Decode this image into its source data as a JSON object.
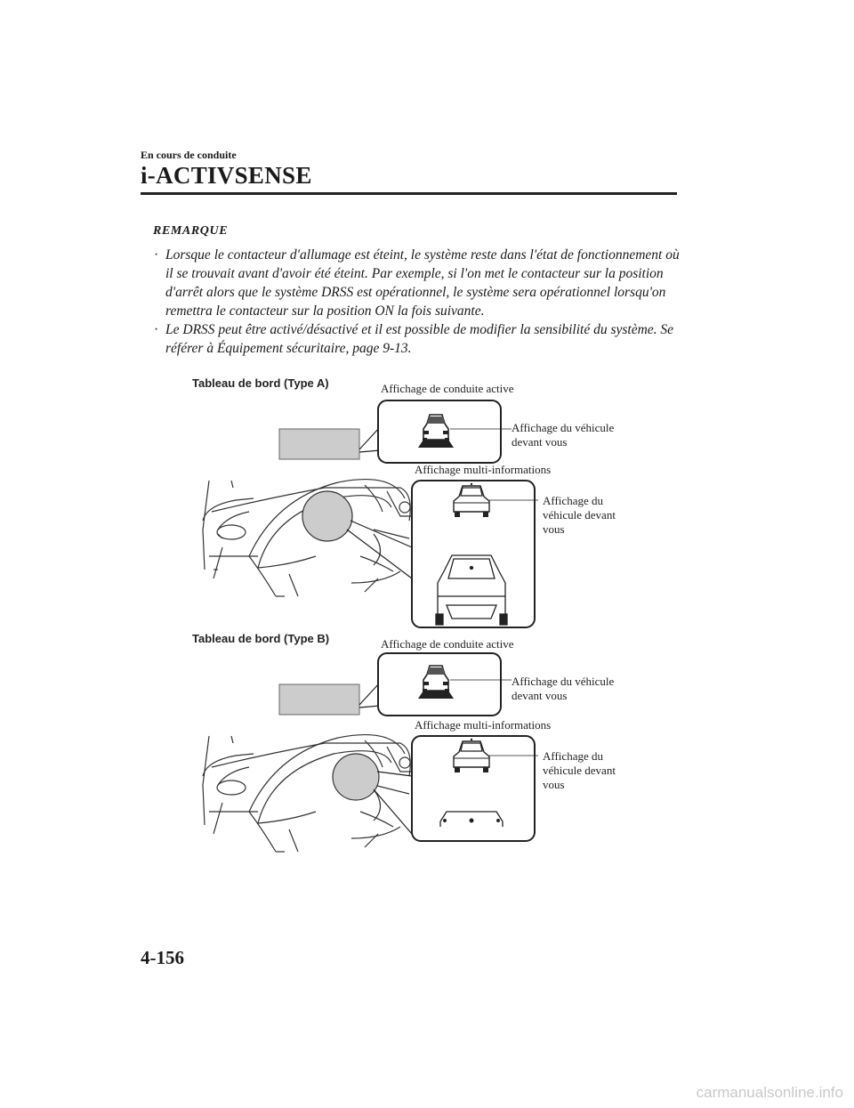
{
  "header": {
    "section": "En cours de conduite",
    "chapter": "i-ACTIVSENSE"
  },
  "note": {
    "title": "REMARQUE",
    "bullets": [
      "Lorsque le contacteur d'allumage est éteint, le système reste dans l'état de fonctionnement où il se trouvait avant d'avoir été éteint. Par exemple, si l'on met le contacteur sur la position d'arrêt alors que le système DRSS est opérationnel, le système sera opérationnel lorsqu'on remettra le contacteur sur la position ON la fois suivante.",
      "Le DRSS peut être activé/désactivé et il est possible de modifier la sensibilité du système. Se référer à Équipement sécuritaire, page 9-13."
    ]
  },
  "figure": {
    "type_a": {
      "title": "Tableau de bord (Type A)",
      "active_display": "Affichage de conduite active",
      "vehicle_ahead": [
        "Affichage du véhicule",
        "devant vous"
      ],
      "multi_info": "Affichage multi-informations",
      "vehicle_ahead_multi": [
        "Affichage du",
        "véhicule devant",
        "vous"
      ]
    },
    "type_b": {
      "title": "Tableau de bord (Type B)",
      "active_display": "Affichage de conduite active",
      "vehicle_ahead": [
        "Affichage du véhicule",
        "devant vous"
      ],
      "multi_info": "Affichage multi-informations",
      "vehicle_ahead_multi": [
        "Affichage du",
        "véhicule devant",
        "vous"
      ]
    }
  },
  "footer": {
    "page_number": "4-156",
    "watermark": "carmanualsonline.info"
  }
}
